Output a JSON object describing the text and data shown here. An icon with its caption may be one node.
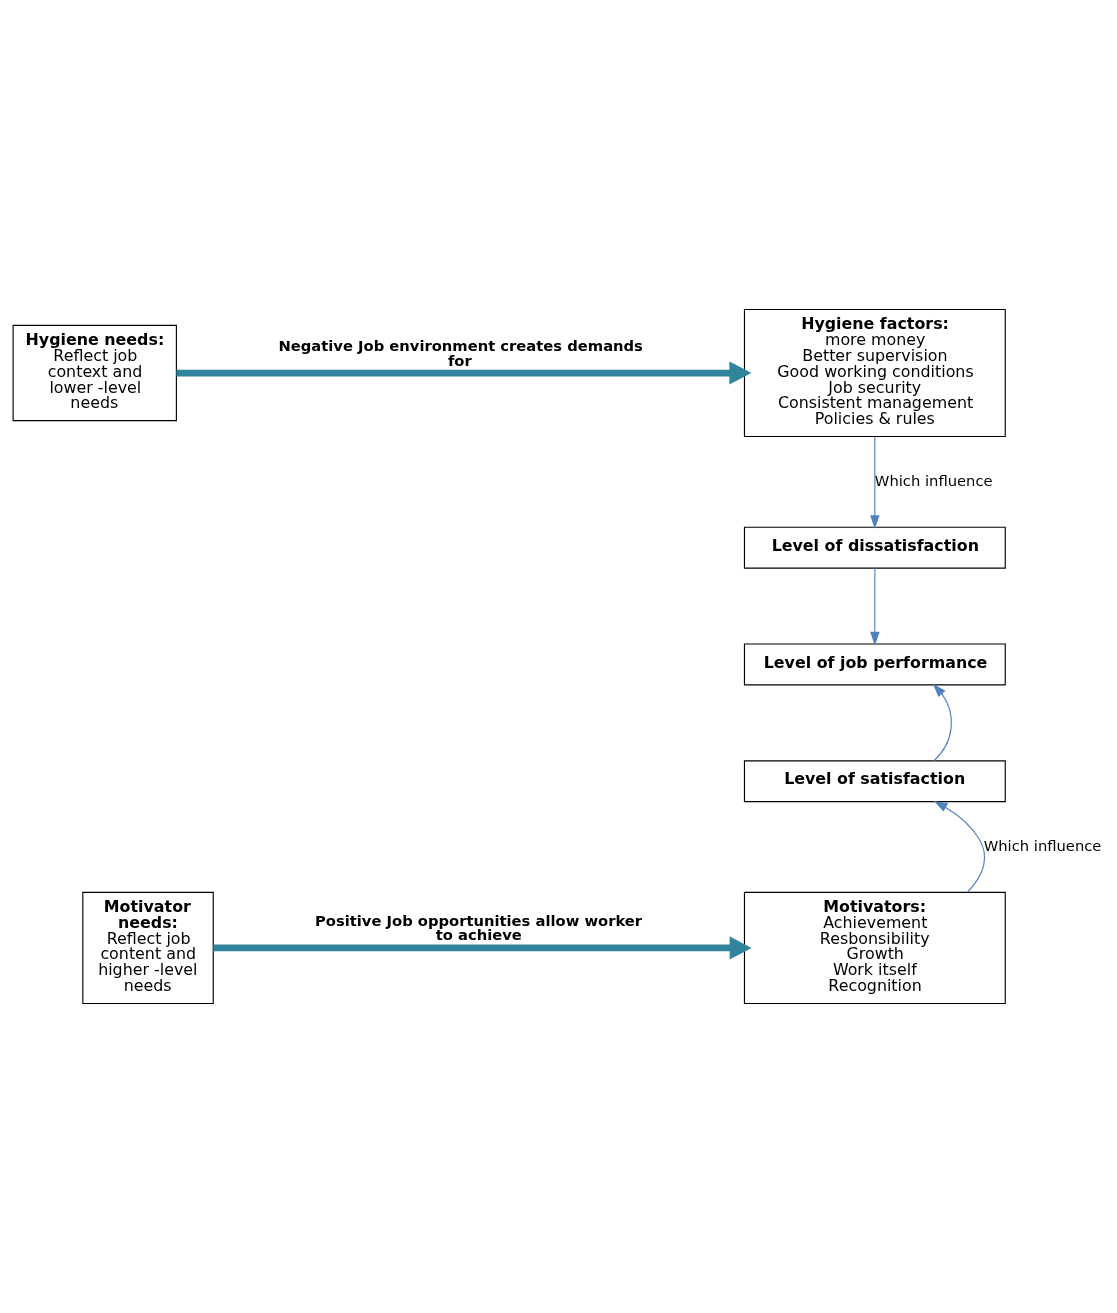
{
  "diagram": {
    "nodes": [
      {
        "text": [
          "Hygiene needs:",
          "Reflect job context and lower -level needs"
        ]
      },
      {
        "text": [
          "Hygiene factors:",
          "more money",
          "Better supervision",
          "Good working conditions",
          "Job security",
          "Consistent management",
          "Policies & rules"
        ]
      },
      {
        "text": [
          "Level of dissatisfaction"
        ]
      },
      {
        "text": [
          "Level of job performance"
        ]
      },
      {
        "text": [
          "Level of satisfaction"
        ]
      },
      {
        "text": [
          "Motivator needs:",
          "Reflect job content and higher -level needs"
        ]
      },
      {
        "text": [
          "Motivators:",
          "Achievement",
          "Resbonsibility",
          "Growth",
          "Work itself",
          "Recognition"
        ]
      }
    ],
    "edges": [
      {
        "from": 0,
        "to": 1,
        "arrow": "to",
        "label": "Negative Job environment creates demands for",
        "style": "thick",
        "color": "#31849b"
      },
      {
        "from": 1,
        "to": 2,
        "arrow": "to",
        "label": "Which influence"
      },
      {
        "from": 2,
        "to": 3,
        "arrow": "to"
      },
      {
        "from": 4,
        "to": 3,
        "arrow": "to"
      },
      {
        "from": 6,
        "to": 4,
        "arrow": "to",
        "label": "Which influence"
      },
      {
        "from": 5,
        "to": 6,
        "arrow": "to",
        "label": "Positive Job opportunities allow worker to achieve",
        "style": "thick",
        "color": "#31849b"
      }
    ]
  }
}
